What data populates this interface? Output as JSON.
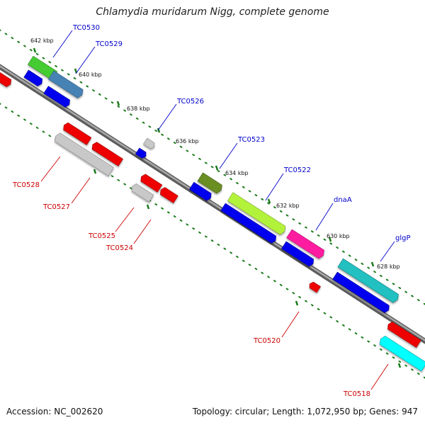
{
  "map": {
    "title": "Chlamydia muridarum Nigg, complete genome",
    "accession": "Accession: NC_002620",
    "summary": "Topology: circular; Length: 1,072,950 bp; Genes: 947"
  },
  "scale_ticks": [
    {
      "label": "642 kbp",
      "kbp": 642
    },
    {
      "label": "640 kbp",
      "kbp": 640
    },
    {
      "label": "638 kbp",
      "kbp": 638
    },
    {
      "label": "636 kbp",
      "kbp": 636
    },
    {
      "label": "634 kbp",
      "kbp": 634
    },
    {
      "label": "632 kbp",
      "kbp": 632
    },
    {
      "label": "630 kbp",
      "kbp": 630
    },
    {
      "label": "628 kbp",
      "kbp": 628
    }
  ],
  "gene_labels": [
    {
      "name": "TC0530",
      "strand": "forward"
    },
    {
      "name": "TC0529",
      "strand": "forward"
    },
    {
      "name": "TC0526",
      "strand": "forward"
    },
    {
      "name": "TC0523",
      "strand": "forward"
    },
    {
      "name": "TC0522",
      "strand": "forward"
    },
    {
      "name": "dnaA",
      "strand": "forward"
    },
    {
      "name": "glgP",
      "strand": "forward"
    },
    {
      "name": "TC0528",
      "strand": "reverse"
    },
    {
      "name": "TC0527",
      "strand": "reverse"
    },
    {
      "name": "TC0525",
      "strand": "reverse"
    },
    {
      "name": "TC0524",
      "strand": "reverse"
    },
    {
      "name": "TC0520",
      "strand": "reverse"
    },
    {
      "name": "TC0518",
      "strand": "reverse"
    }
  ],
  "colors": {
    "forward_label": "#0000cc",
    "reverse_label": "#cc0000",
    "backbone": "#7a7a7a",
    "tick": "#1a7a1a",
    "cds_forward": "#0000ee",
    "cds_reverse": "#ee0000",
    "other": "#bbbbbb"
  }
}
